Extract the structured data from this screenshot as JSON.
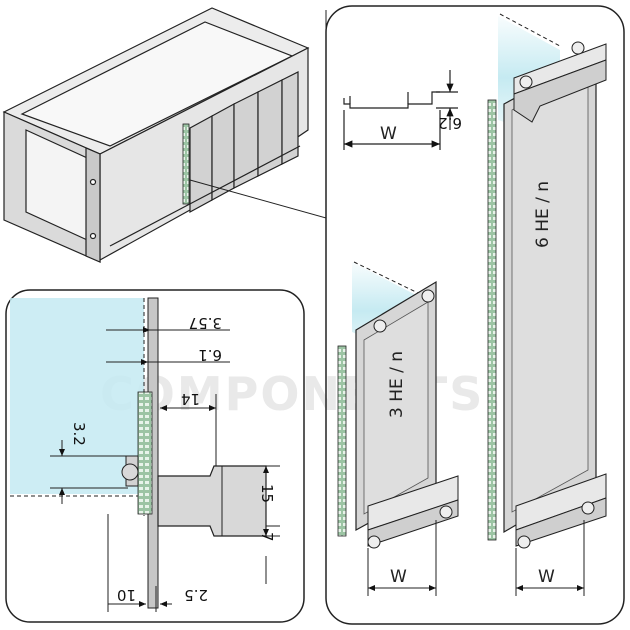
{
  "watermark": "COMPONENTS.RU",
  "rail_detail": {
    "width_label": "W",
    "height_label": "6.2"
  },
  "side_detail": {
    "dim_3_57": "3.57",
    "dim_6_1": "6.1",
    "dim_14": "14",
    "dim_3_2": "3.2",
    "dim_15": "15",
    "dim_7": "7",
    "dim_10": "10",
    "dim_2_5": "2.5"
  },
  "panel_3he": {
    "label": "3 HE / n",
    "width_label": "W"
  },
  "panel_6he": {
    "label": "6 HE / n",
    "width_label": "W"
  },
  "colors": {
    "outline": "#222222",
    "panel_fill": "#d8d8d8",
    "rack_fill": "#e2e2e2",
    "accent_cyan": "#bfe8f0",
    "rail_green": "#a9c9a9"
  }
}
